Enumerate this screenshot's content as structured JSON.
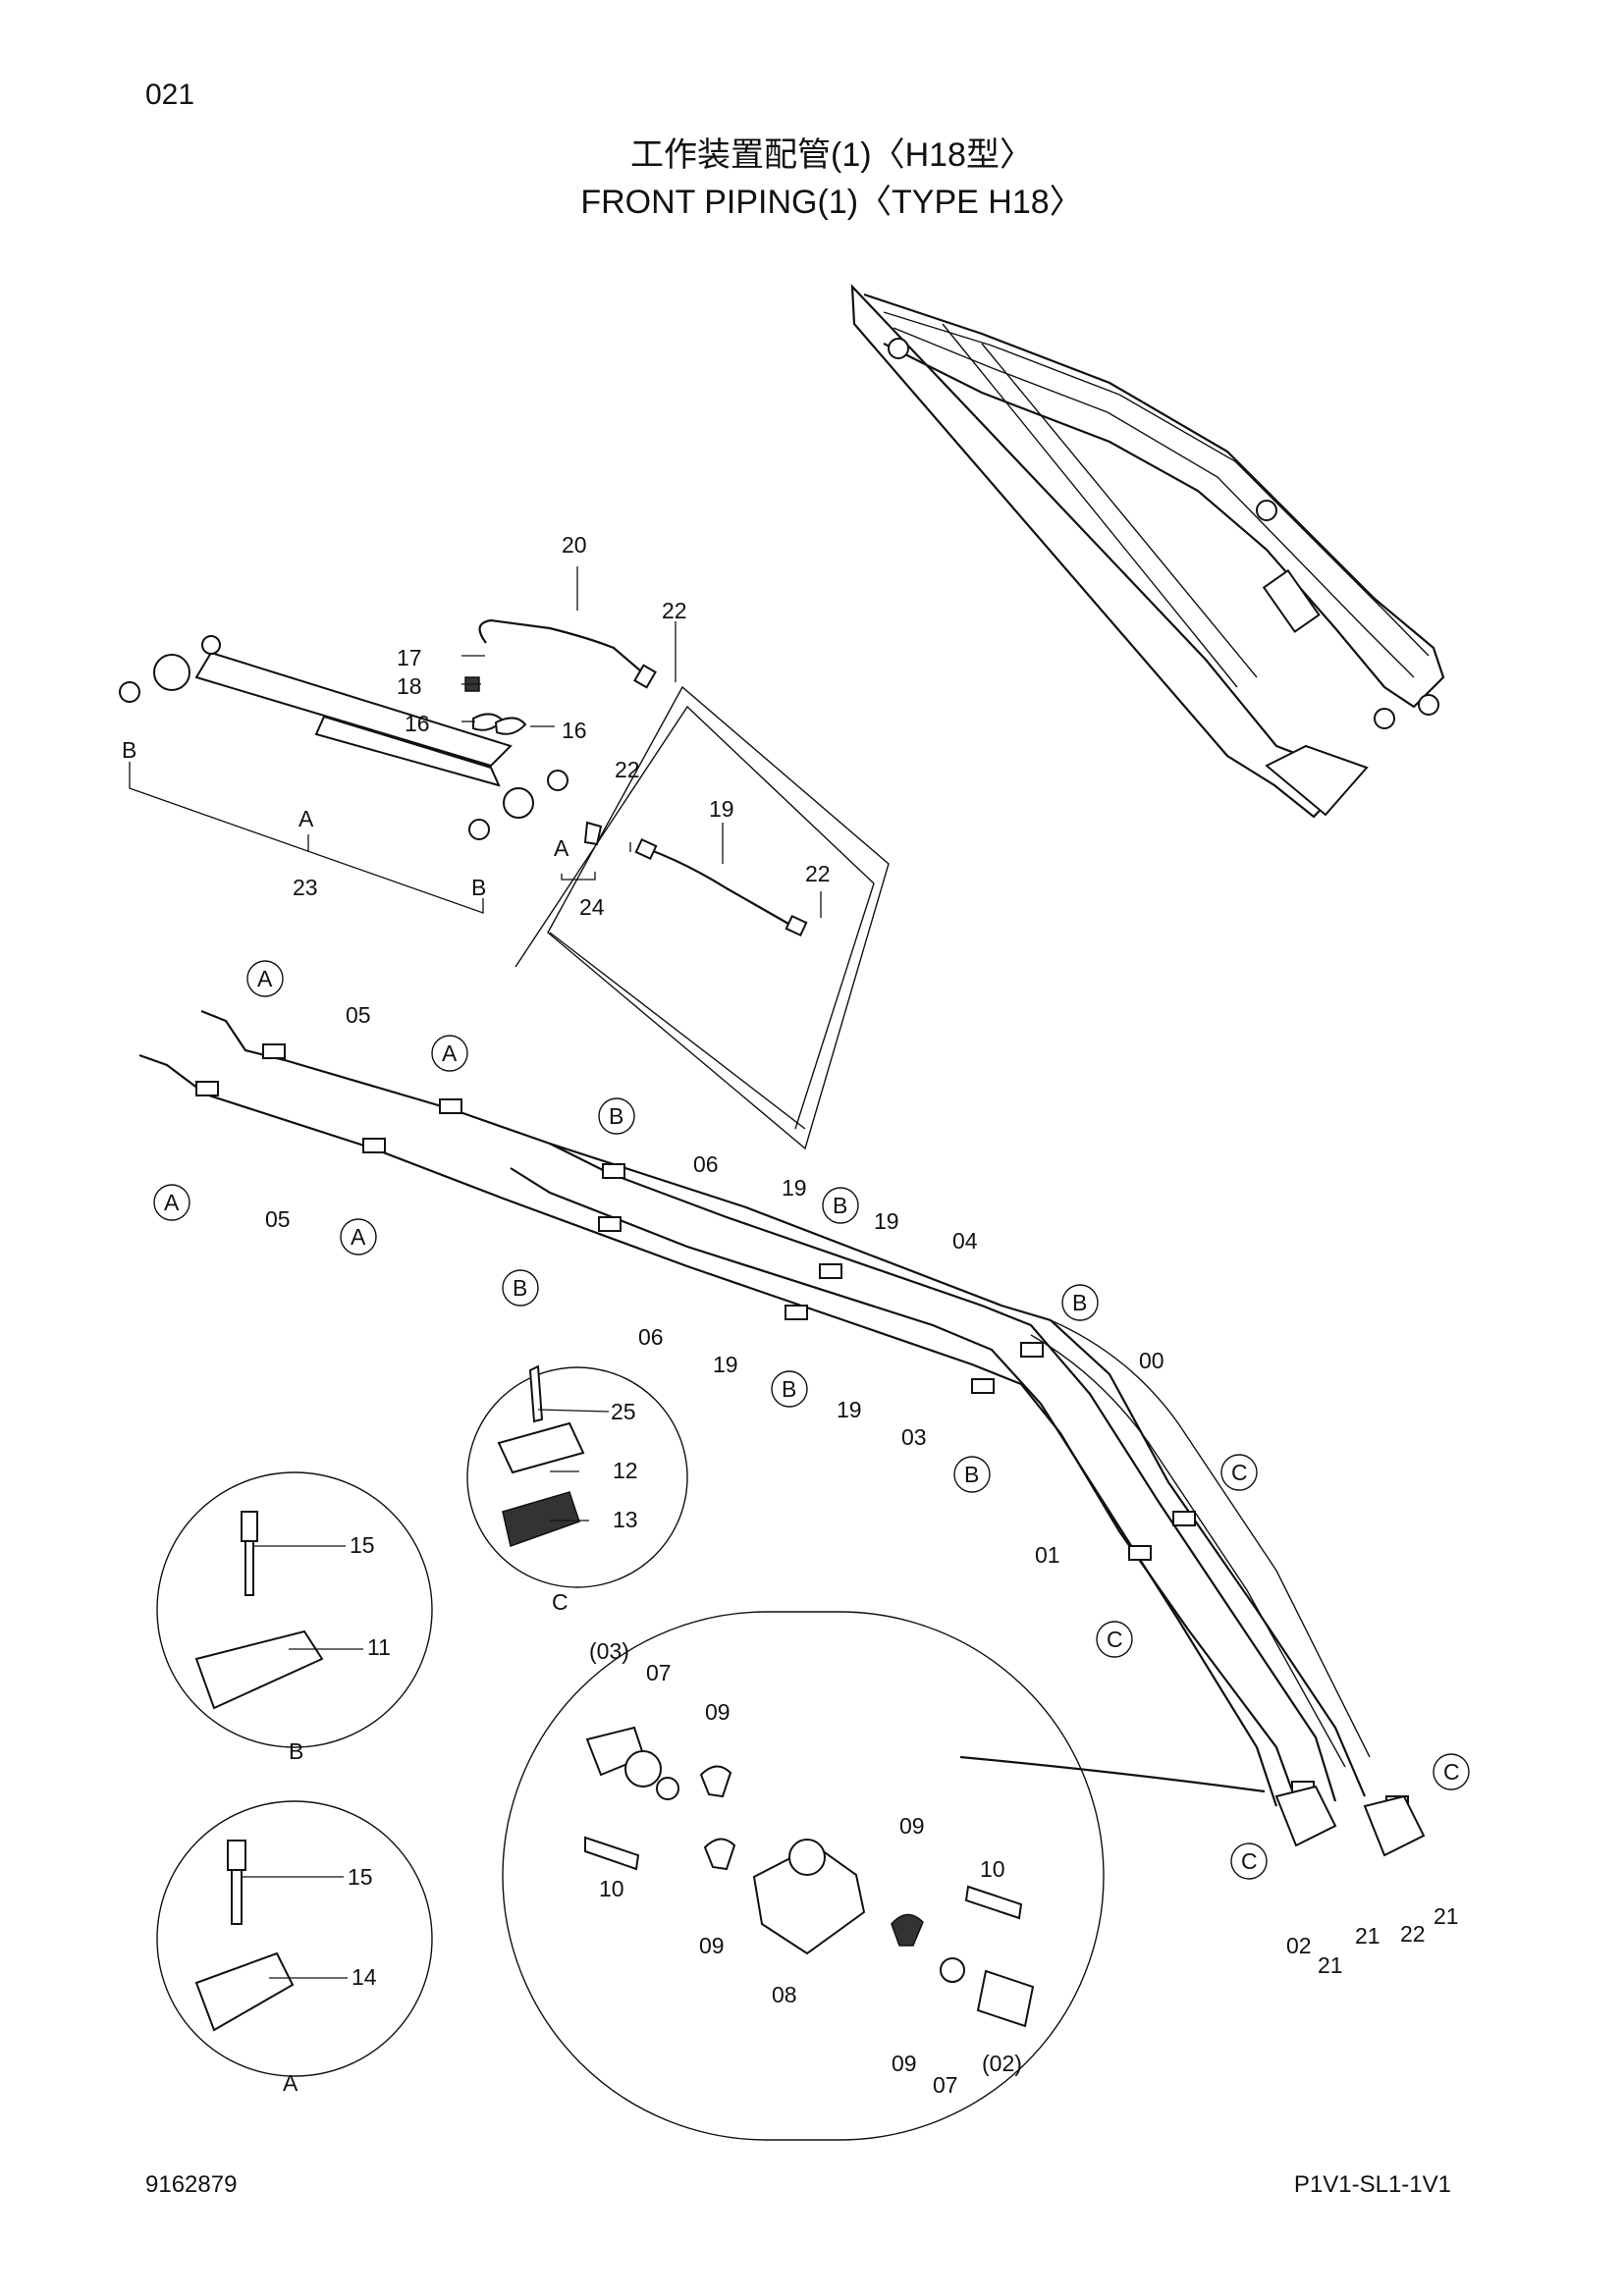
{
  "header": {
    "page_number": "021",
    "title_jp": "工作装置配管(1)〈H18型〉",
    "title_en": "FRONT PIPING(1)〈TYPE H18〉"
  },
  "footer": {
    "document_number": "9162879",
    "model_code": "P1V1-SL1-1V1"
  },
  "callouts": {
    "p20": "20",
    "p22": "22",
    "p17": "17",
    "p18": "18",
    "p16": "16",
    "p23": "23",
    "p24": "24",
    "p19": "19",
    "p05": "05",
    "p06": "06",
    "p04": "04",
    "p03": "03",
    "p01": "01",
    "p00": "00",
    "p02": "02",
    "p21": "21",
    "p25": "25",
    "p12": "12",
    "p13": "13",
    "p15": "15",
    "p11": "11",
    "p14": "14",
    "p07": "07",
    "p09": "09",
    "p10": "10",
    "p08": "08",
    "p03_ref": "(03)",
    "p02_ref": "(02)"
  },
  "clamp_refs": {
    "a": "A",
    "b": "B",
    "c": "C"
  }
}
